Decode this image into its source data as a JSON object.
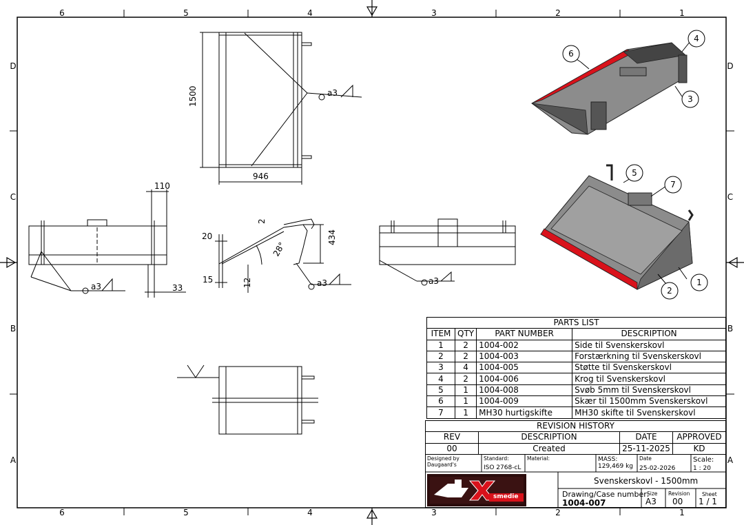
{
  "zones_top": [
    "6",
    "5",
    "4",
    "3",
    "2",
    "1"
  ],
  "zones_bottom": [
    "6",
    "5",
    "4",
    "3",
    "2",
    "1"
  ],
  "zones_left": [
    "D",
    "C",
    "B",
    "A"
  ],
  "zones_right": [
    "D",
    "C",
    "B",
    "A"
  ],
  "dimensions": {
    "d1500": "1500",
    "d946": "946",
    "d110": "110",
    "d33": "33",
    "d20": "20",
    "d15": "15",
    "d12": "12",
    "d2": "2",
    "d28": "28°",
    "d434": "434"
  },
  "weld_label": "a3",
  "balloons": [
    "1",
    "2",
    "3",
    "4",
    "5",
    "6",
    "7"
  ],
  "parts_list": {
    "title": "PARTS LIST",
    "headers": [
      "ITEM",
      "QTY",
      "PART NUMBER",
      "DESCRIPTION"
    ],
    "rows": [
      [
        "1",
        "2",
        "1004-002",
        "Side til Svenskerskovl"
      ],
      [
        "2",
        "2",
        "1004-003",
        "Forstærkning til Svenskerskovl"
      ],
      [
        "3",
        "4",
        "1004-005",
        "Støtte til Svenskerskovl"
      ],
      [
        "4",
        "2",
        "1004-006",
        "Krog til Svenskerskovl"
      ],
      [
        "5",
        "1",
        "1004-008",
        "Svøb 5mm til Svenskerskovl"
      ],
      [
        "6",
        "1",
        "1004-009",
        "Skær til 1500mm Svenskerskovl"
      ],
      [
        "7",
        "1",
        "MH30 hurtigskifte",
        "MH30 skifte til Svenskerskovl"
      ]
    ]
  },
  "revision": {
    "title": "REVISION HISTORY",
    "headers": [
      "REV",
      "DESCRIPTION",
      "DATE",
      "APPROVED"
    ],
    "row": [
      "00",
      "Created",
      "25-11-2025",
      "KD"
    ]
  },
  "title_block": {
    "designed_by_label": "Designed by",
    "designed_by": "Daugaard's",
    "standard_label": "Standard:",
    "standard": "ISO 2768-cL",
    "material_label": "Material:",
    "mass_label": "MASS:",
    "mass": "129,469 kg",
    "date_label": "Date",
    "date": "25-02-2026",
    "scale_label": "Scale:",
    "scale": "1 : 20",
    "title": "Svenskerskovl - 1500mm",
    "drawing_label": "Drawing/Case number:",
    "drawing_number": "1004-007",
    "size_label": "Size",
    "size": "A3",
    "revision_label": "Revision",
    "revision": "00",
    "sheet_label": "Sheet",
    "sheet": "1 / 1",
    "logo_text": "smedie"
  },
  "colors": {
    "accent_red": "#d9121b",
    "body_grey": "#8c8c8c"
  }
}
